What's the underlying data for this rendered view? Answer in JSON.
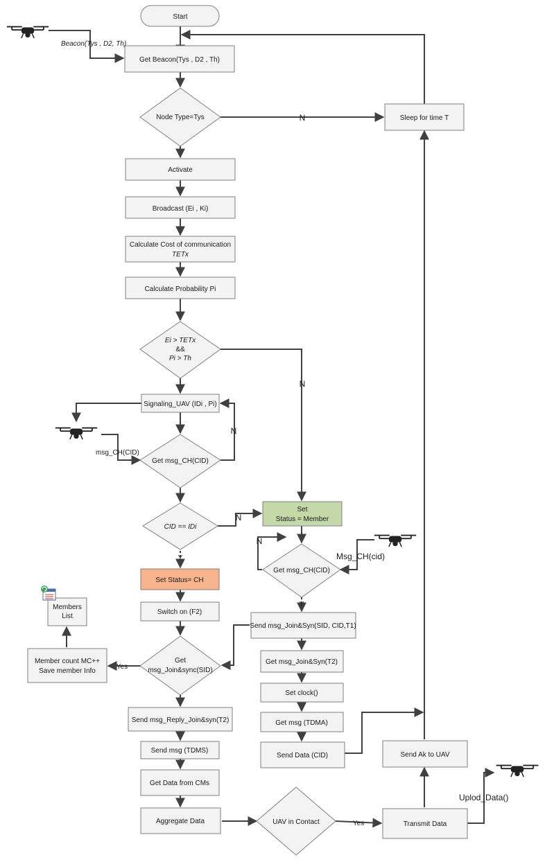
{
  "nodes": {
    "start": "Start",
    "get_beacon": "Get Beacon(Tys , D2 , Th)",
    "node_type": "Node Type=Tys",
    "sleep": "Sleep for time T",
    "activate": "Activate",
    "broadcast": "Broadcast (Ei , Ki)",
    "calc_cost_1": "Calculate Cost of communication",
    "calc_cost_2": "TETx",
    "calc_prob": "Calculate Probability Pi",
    "cond_energy_1": "Ei > TETx",
    "cond_energy_2": "&&",
    "cond_energy_3": "Pi > Th",
    "signaling": "Signaling_UAV (IDi , Pi)",
    "get_msg_ch_left": "Get msg_CH(CID)",
    "cid_check": "CID == IDi",
    "set_member_1": "Set",
    "set_member_2": "Status = Member",
    "get_msg_ch_right": "Get msg_CH(CID)",
    "set_ch": "Set Status= CH",
    "switch_on": "Switch on (F2)",
    "members_list_1": "Members",
    "members_list_2": "List",
    "member_count_1": "Member count MC++",
    "member_count_2": "Save member Info",
    "get_join_1": "Get",
    "get_join_2": "msg_Join&sync(SID)",
    "send_reply": "Send msg_Reply_Join&syn(T2)",
    "send_tdms": "Send msg (TDMS)",
    "get_data_cms": "Get Data from CMs",
    "aggregate": "Aggregate Data",
    "uav_contact": "UAV in Contact",
    "transmit": "Transmit Data",
    "send_ak": "Send Ak to UAV",
    "send_join": "Send msg_Join&Syn(SID, CID,T1)",
    "get_join_t2": "Get msg_Join&Syn(T2)",
    "set_clock": "Set clock()",
    "get_tdma": "Get msg (TDMA)",
    "send_data": "Send Data (CID)"
  },
  "labels": {
    "beacon": "Beacon(Tys , D2, Th)",
    "n_node_type": "N",
    "n_energy": "N",
    "n_get_msg": "N",
    "n_cid": "N",
    "n_right_loop": "N",
    "y_cid": "Y",
    "y_right": "Y",
    "yes_join": "Yes",
    "yes_uav": "Yes",
    "msg_ch_cid_left": "msg_CH(CID)",
    "msg_ch_cid_right": "Msg_CH(cid)",
    "upload": "Uplod_Data()"
  },
  "colors": {
    "box_fill": "#f3f3f3",
    "stroke": "#7f7f7f",
    "arrow": "#404040",
    "member_fill": "#c4d8a8",
    "ch_fill": "#f7b48c"
  }
}
